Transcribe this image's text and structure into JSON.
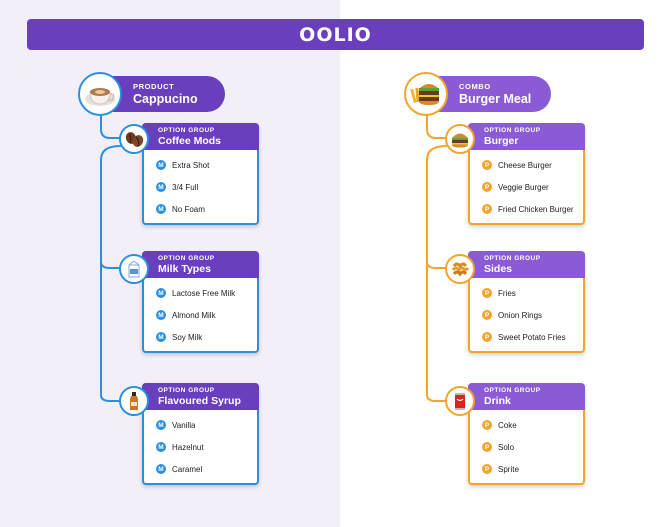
{
  "brand": {
    "logo_text": "OOLIO"
  },
  "colors": {
    "brand_purple": "#6a3fbd",
    "combo_purple": "#8b5bd6",
    "modifier_blue": "#2b8fe0",
    "product_orange": "#f3a52a"
  },
  "product": {
    "kicker": "PRODUCT",
    "title": "Cappucino",
    "icon": "coffee-cup-icon",
    "groups": [
      {
        "kicker": "OPTION GROUP",
        "title": "Coffee Mods",
        "icon": "coffee-beans-icon",
        "badge": "M",
        "options": [
          "Extra Shot",
          "3/4 Full",
          "No Foam"
        ]
      },
      {
        "kicker": "OPTION GROUP",
        "title": "Milk Types",
        "icon": "milk-carton-icon",
        "badge": "M",
        "options": [
          "Lactose Free Milk",
          "Almond Milk",
          "Soy Milk"
        ]
      },
      {
        "kicker": "OPTION GROUP",
        "title": "Flavoured Syrup",
        "icon": "syrup-bottle-icon",
        "badge": "M",
        "options": [
          "Vanilla",
          "Hazelnut",
          "Caramel"
        ]
      }
    ]
  },
  "combo": {
    "kicker": "COMBO",
    "title": "Burger Meal",
    "icon": "burger-fries-icon",
    "groups": [
      {
        "kicker": "OPTION GROUP",
        "title": "Burger",
        "icon": "burger-icon",
        "badge": "P",
        "options": [
          "Cheese Burger",
          "Veggie Burger",
          "Fried Chicken Burger"
        ]
      },
      {
        "kicker": "OPTION GROUP",
        "title": "Sides",
        "icon": "fries-icon",
        "badge": "P",
        "options": [
          "Fries",
          "Onion Rings",
          "Sweet Potato Fries"
        ]
      },
      {
        "kicker": "OPTION GROUP",
        "title": "Drink",
        "icon": "soda-can-icon",
        "badge": "P",
        "options": [
          "Coke",
          "Solo",
          "Sprite"
        ]
      }
    ]
  }
}
